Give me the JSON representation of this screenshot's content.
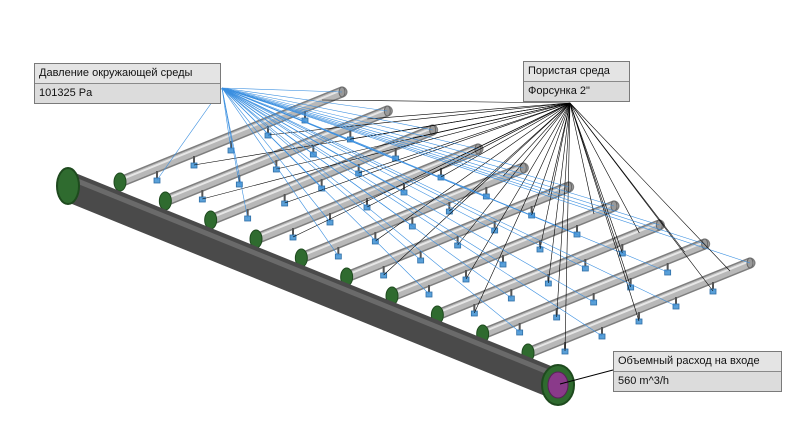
{
  "callouts": {
    "ambient_pressure": {
      "title": "Давление окружающей среды",
      "value": "101325 Pa"
    },
    "porous_media": {
      "title": "Пористая среда",
      "value": "Форсунка 2\""
    },
    "inlet_flow": {
      "title": "Объемный расход на входе",
      "value": "560 m^3/h"
    }
  },
  "colors": {
    "header_pipe": "#4a4a4a",
    "branch_pipe": "#b8b8b8",
    "flange": "#2f6b2f",
    "nozzle": "#5aa0d8",
    "inlet_face": "#8a3a8a",
    "leader_blue": "#3a8fe0",
    "leader_black": "#000000"
  }
}
